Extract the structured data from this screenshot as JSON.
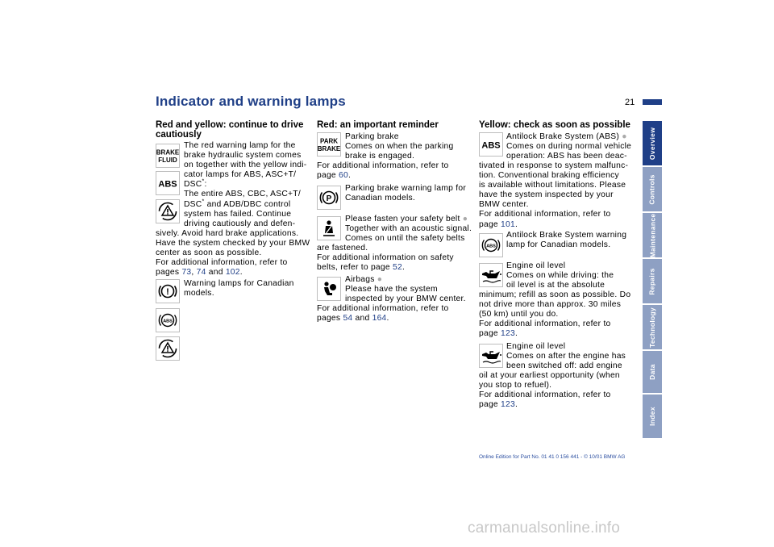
{
  "page": {
    "title": "Indicator and warning lamps",
    "page_number": "21",
    "footer": "Online Edition for Part No. 01 41 0 156 441 - © 10/01 BMW AG",
    "watermark": "carmanualsonline.info"
  },
  "tabs": [
    "Overview",
    "Controls",
    "Maintenance",
    "Repairs",
    "Technology",
    "Data",
    "Index"
  ],
  "active_tab": "Overview",
  "col1": {
    "heading_lines": [
      "Red and yellow: continue to drive",
      "cautiously"
    ],
    "lines": [
      "The red warning lamp for the",
      "brake hydraulic system comes",
      "on together with the yellow indi-",
      "cator lamps for ABS, ASC+T/",
      "DSC",
      "The entire ABS, CBC, ASC+T/",
      "DSC",
      "system has failed. Continue",
      "driving cautiously and defen-",
      "sively. Avoid hard brake applications.",
      "Have the system checked by your BMW",
      "center as soon as possible.",
      "For additional information, refer to",
      "pages",
      "Warning lamps for Canadian",
      "models."
    ],
    "dsc_suffix_1": ":",
    "dsc_suffix_2": " and ADB/DBC control",
    "star": "*",
    "refs": [
      "73",
      "74",
      "102"
    ],
    "ref_sep_1": ",",
    "ref_and": "and",
    "ref_end": "."
  },
  "col2": {
    "heading": "Red: an important reminder",
    "parking": [
      "Parking brake",
      "Comes on when the parking",
      "brake is engaged.",
      "For additional information, refer to",
      "page"
    ],
    "parking_ref": "60",
    "parking_canada": [
      "Parking brake warning lamp for",
      "Canadian models."
    ],
    "belt": [
      "Please fasten your safety belt",
      "Together with an acoustic signal.",
      "Comes on until the safety belts",
      "are fastened.",
      "For additional information on safety",
      "belts, refer to page"
    ],
    "belt_ref": "52",
    "airbags": [
      "Airbags",
      "Please have the system",
      "inspected by your BMW center.",
      "For additional information, refer to",
      "pages"
    ],
    "airbag_refs": [
      "54",
      "164"
    ],
    "and_word": "and",
    "period": ".",
    "dot": "●"
  },
  "col3": {
    "heading": "Yellow: check as soon as possible",
    "abs": [
      "Antilock Brake System (ABS)",
      "Comes on during normal vehicle",
      "operation: ABS has been deac-",
      "tivated in response to system malfunc-",
      "tion. Conventional braking efficiency",
      "is available without limitations. Please",
      "have the system inspected by your",
      "BMW center.",
      "For additional information, refer to",
      "page"
    ],
    "abs_ref": "101",
    "abs_canada": [
      "Antilock Brake System warning",
      "lamp for Canadian models."
    ],
    "oil1": [
      "Engine oil level",
      "Comes on while driving: the",
      "oil level is at the absolute",
      "minimum; refill as soon as possible. Do",
      "not drive more than approx. 30 miles",
      "(50 km) until you do.",
      "For additional information, refer to",
      "page"
    ],
    "oil1_ref": "123",
    "oil2": [
      "Engine oil level",
      "Comes on after the engine has",
      "been switched off: add engine",
      "oil at your earliest opportunity (when",
      "you stop to refuel).",
      "For additional information, refer to",
      "page"
    ],
    "oil2_ref": "123",
    "period": ".",
    "dot": "●"
  },
  "icons": {
    "brake_fluid": [
      "BRAKE",
      "FLUID"
    ],
    "abs": "ABS",
    "park_brake": [
      "PARK",
      "BRAKE"
    ],
    "parking_p": "P",
    "abs_small": "ABS",
    "exclaim": "!"
  }
}
